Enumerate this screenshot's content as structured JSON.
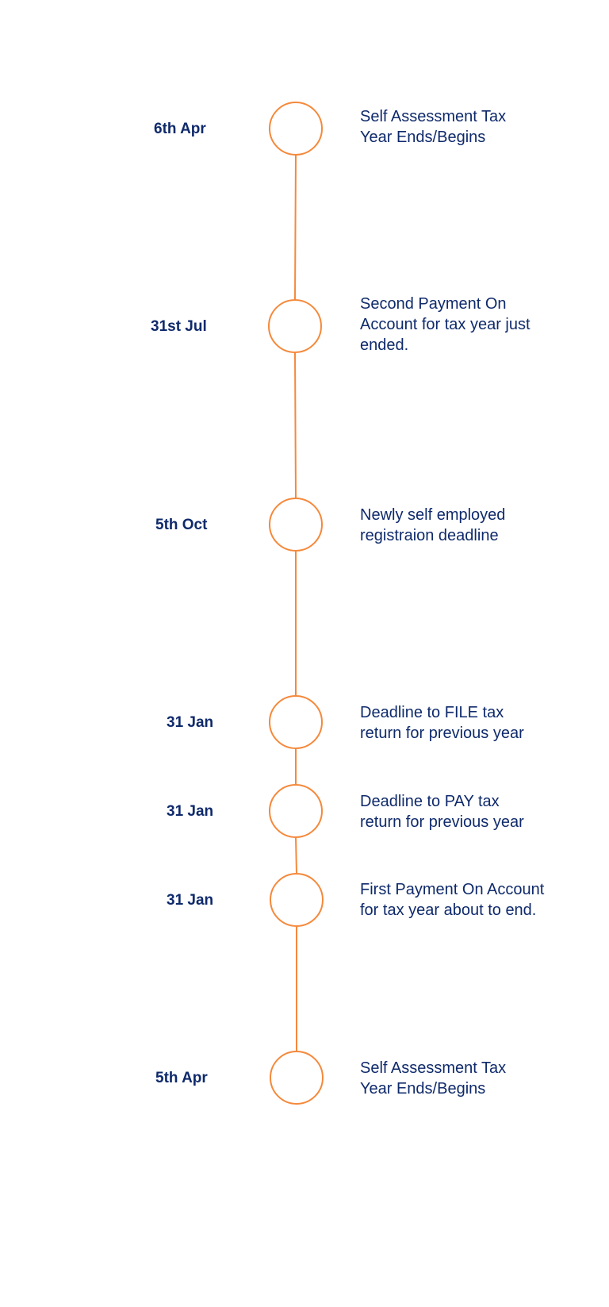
{
  "colors": {
    "accent": "#f5893b",
    "text": "#0f2a6b",
    "background": "#ffffff"
  },
  "events": [
    {
      "date": "6th Apr",
      "lines": [
        "Self Assessment Tax",
        "Year Ends/Begins"
      ]
    },
    {
      "date": "31st Jul",
      "lines": [
        "Second Payment On",
        "Account for tax year just",
        "ended."
      ]
    },
    {
      "date": "5th Oct",
      "lines": [
        "Newly self employed",
        "registraion deadline"
      ]
    },
    {
      "date": "31 Jan",
      "lines": [
        "Deadline to FILE tax",
        "return for previous year"
      ]
    },
    {
      "date": "31 Jan",
      "lines": [
        "Deadline to PAY tax",
        "return for previous year"
      ]
    },
    {
      "date": "31 Jan",
      "lines": [
        "First Payment On Account",
        "for tax year about to end."
      ]
    },
    {
      "date": "5th Apr",
      "lines": [
        "Self Assessment Tax",
        "Year Ends/Begins"
      ]
    }
  ]
}
